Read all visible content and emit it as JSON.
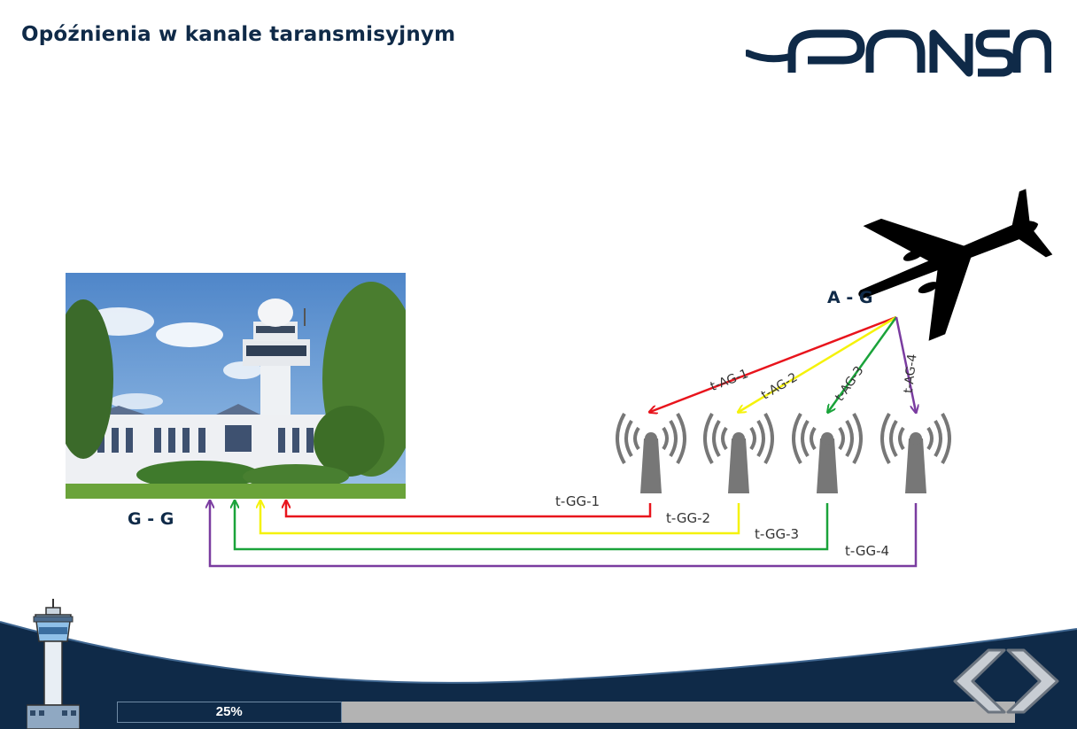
{
  "title": "Opóźnienia w kanale taransmisyjnym",
  "logo": {
    "text": "PANSA"
  },
  "labels": {
    "air_ground": "A - G",
    "ground_ground": "G - G"
  },
  "links": [
    {
      "gg": "t-GG-1",
      "ag": "t-AG-1",
      "color": "#e8141c"
    },
    {
      "gg": "t-GG-2",
      "ag": "t-AG-2",
      "color": "#f5f20a"
    },
    {
      "gg": "t-GG-3",
      "ag": "t-AG-3",
      "color": "#1aa33a"
    },
    {
      "gg": "t-GG-4",
      "ag": "t-AG-4",
      "color": "#7a3ca0"
    }
  ],
  "progress": {
    "value": 0.25,
    "label": "25%"
  },
  "colors": {
    "brand": "#0f2a48",
    "track": "#b3b3b3"
  },
  "icons": [
    "airplane-icon",
    "radio-tower-icon",
    "control-tower-icon",
    "chevron-left-icon",
    "chevron-right-icon"
  ]
}
